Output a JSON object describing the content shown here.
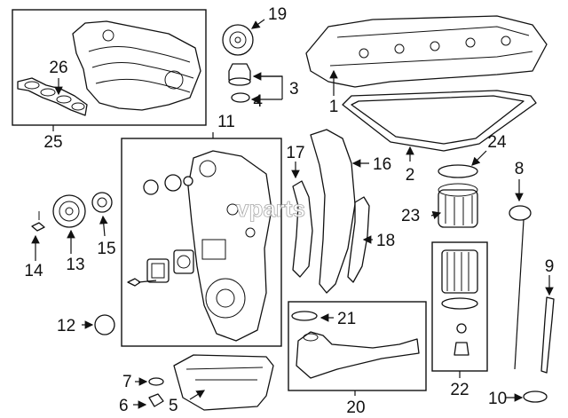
{
  "watermark": "vparts",
  "callouts": [
    "1",
    "2",
    "3",
    "4",
    "5",
    "6",
    "7",
    "8",
    "9",
    "10",
    "11",
    "12",
    "13",
    "14",
    "15",
    "16",
    "17",
    "18",
    "19",
    "20",
    "21",
    "22",
    "23",
    "24",
    "25",
    "26"
  ]
}
